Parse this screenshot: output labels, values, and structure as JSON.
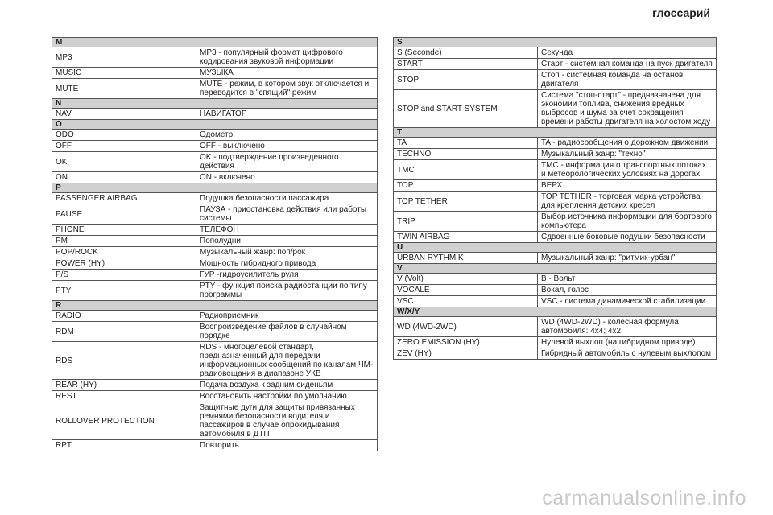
{
  "header": {
    "title": "глоссарий"
  },
  "left_table": [
    {
      "section": "M",
      "rows": [
        {
          "term": "MP3",
          "def": "MP3 - популярный формат цифрового кодирования звуковой информации"
        },
        {
          "term": "MUSIC",
          "def": "МУЗЫКА"
        },
        {
          "term": "MUTE",
          "def": "MUTE - режим, в котором звук отключается и переводится в \"спящий\" режим"
        }
      ]
    },
    {
      "section": "N",
      "rows": [
        {
          "term": "NAV",
          "def": "НАВИГАТОР"
        }
      ]
    },
    {
      "section": "O",
      "rows": [
        {
          "term": "ODO",
          "def": "Одометр"
        },
        {
          "term": "OFF",
          "def": "OFF - выключено"
        },
        {
          "term": "OK",
          "def": "OK - подтверждение произведенного действия"
        },
        {
          "term": "ON",
          "def": "ON - включено"
        }
      ]
    },
    {
      "section": "P",
      "rows": [
        {
          "term": "PASSENGER AIRBAG",
          "def": "Подушка безопасности пассажира"
        },
        {
          "term": "PAUSE",
          "def": "ПАУЗА - приостановка действия или работы системы"
        },
        {
          "term": "PHONE",
          "def": "ТЕЛЕФОН"
        },
        {
          "term": "PM",
          "def": "Пополудни"
        },
        {
          "term": "POP/ROCK",
          "def": "Музыкальный жанр: поп/рок"
        },
        {
          "term": "POWER (HY)",
          "def": "Мощность гибридного привода"
        },
        {
          "term": "P/S",
          "def": "ГУР -гидроусилитель руля"
        },
        {
          "term": "PTY",
          "def": "PTY - функция поиска радиостанции по типу программы"
        }
      ]
    },
    {
      "section": "R",
      "rows": [
        {
          "term": "RADIO",
          "def": "Радиоприемник"
        },
        {
          "term": "RDM",
          "def": "Воспроизведение файлов в случайном порядке"
        },
        {
          "term": "RDS",
          "def": "RDS - многоцелевой стандарт, предназначенный для передачи информационных сообщений по каналам ЧМ-радиовещания в диапазоне УКВ"
        },
        {
          "term": "REAR (HY)",
          "def": "Подача воздуха к задним сиденьям"
        },
        {
          "term": "REST",
          "def": "Восстановить настройки по умолчанию"
        },
        {
          "term": "ROLLOVER PROTECTION",
          "def": "Защитные дуги для защиты привязанных ремнями безопасности водителя и пассажиров в случае опрокидывания автомобиля в ДТП"
        },
        {
          "term": "RPT",
          "def": "Повторить"
        }
      ]
    }
  ],
  "right_table": [
    {
      "section": "S",
      "rows": [
        {
          "term": "S (Seconde)",
          "def": "Секунда"
        },
        {
          "term": "START",
          "def": "Старт - системная команда на пуск двигателя"
        },
        {
          "term": "STOP",
          "def": "Стоп - системная команда на останов двигателя"
        },
        {
          "term": "STOP and START SYSTEM",
          "def": "Система \"стоп-старт\" - предназначена для экономии топлива, снижения вредных выбросов и шума за счет сокращения времени работы двигателя на холостом ходу"
        }
      ]
    },
    {
      "section": "T",
      "rows": [
        {
          "term": "TA",
          "def": "TA - радиосообщения о дорожном движении"
        },
        {
          "term": "TECHNO",
          "def": "Музыкальный жанр: \"техно\""
        },
        {
          "term": "TMC",
          "def": "TMC - информация о транспортных потоках и метеорологических условиях на дорогах"
        },
        {
          "term": "TOP",
          "def": "ВЕРХ"
        },
        {
          "term": "TOP TETHER",
          "def": "TOP TETHER - торговая марка устройства для крепления детских кресел"
        },
        {
          "term": "TRIP",
          "def": "Выбор источника информации для бортового компьютера"
        },
        {
          "term": "TWIN AIRBAG",
          "def": "Сдвоенные боковые подушки безопасности"
        }
      ]
    },
    {
      "section": "U",
      "rows": [
        {
          "term": "URBAN RYTHMIK",
          "def": "Музыкальный жанр: \"ритмик-урбан\""
        }
      ]
    },
    {
      "section": "V",
      "rows": [
        {
          "term": "V (Volt)",
          "def": "В - Вольт"
        },
        {
          "term": "VOCALE",
          "def": "Вокал, голос"
        },
        {
          "term": "VSC",
          "def": "VSC - система динамической стабилизации"
        }
      ]
    },
    {
      "section": "W/X/Y",
      "rows": [
        {
          "term": "WD (4WD-2WD)",
          "def": "WD (4WD-2WD) - колесная формула автомобиля: 4x4; 4x2;"
        },
        {
          "term": "ZERO EMISSION (HY)",
          "def": "Нулевой выхлоп (на гибридном приводе)"
        },
        {
          "term": "ZEV (HY)",
          "def": "Гибридный автомобиль с нулевым выхлопом"
        }
      ]
    }
  ],
  "footer": {
    "watermark": "carmanualsonline.info"
  }
}
